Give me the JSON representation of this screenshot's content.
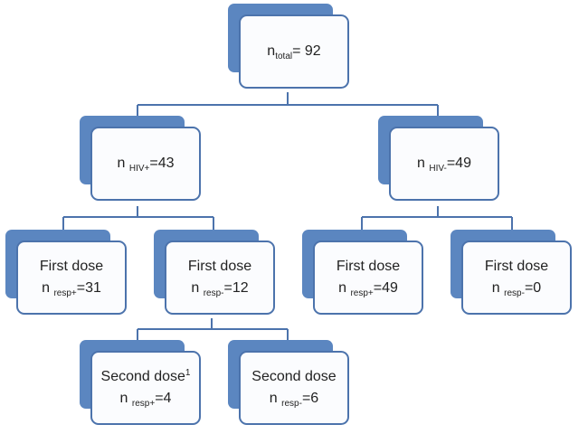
{
  "nodes": {
    "total": {
      "n": "n",
      "sub": "total",
      "value": "= 92"
    },
    "hiv_pos": {
      "n": "n ",
      "sub": "HIV+",
      "value": "=43"
    },
    "hiv_neg": {
      "n": "n ",
      "sub": "HIV-",
      "value": "=49"
    },
    "hiv_pos_first_resp_pos": {
      "title": "First dose",
      "n": "n ",
      "sub": "resp+",
      "value": "=31"
    },
    "hiv_pos_first_resp_neg": {
      "title": "First dose",
      "n": "n ",
      "sub": "resp-",
      "value": "=12"
    },
    "hiv_neg_first_resp_pos": {
      "title": "First dose",
      "n": "n ",
      "sub": "resp+",
      "value": "=49"
    },
    "hiv_neg_first_resp_neg": {
      "title": "First dose",
      "n": "n ",
      "sub": "resp-",
      "value": "=0"
    },
    "second_resp_pos": {
      "title": "Second dose",
      "sup": "1",
      "n": "n ",
      "sub": "resp+",
      "value": "=4"
    },
    "second_resp_neg": {
      "title": "Second dose",
      "n": "n ",
      "sub": "resp-",
      "value": "=6"
    }
  },
  "colors": {
    "box_back": "#5b86c0",
    "box_border": "#4c73ac",
    "box_fill": "#fbfcfe",
    "connector": "#4c73ac"
  }
}
